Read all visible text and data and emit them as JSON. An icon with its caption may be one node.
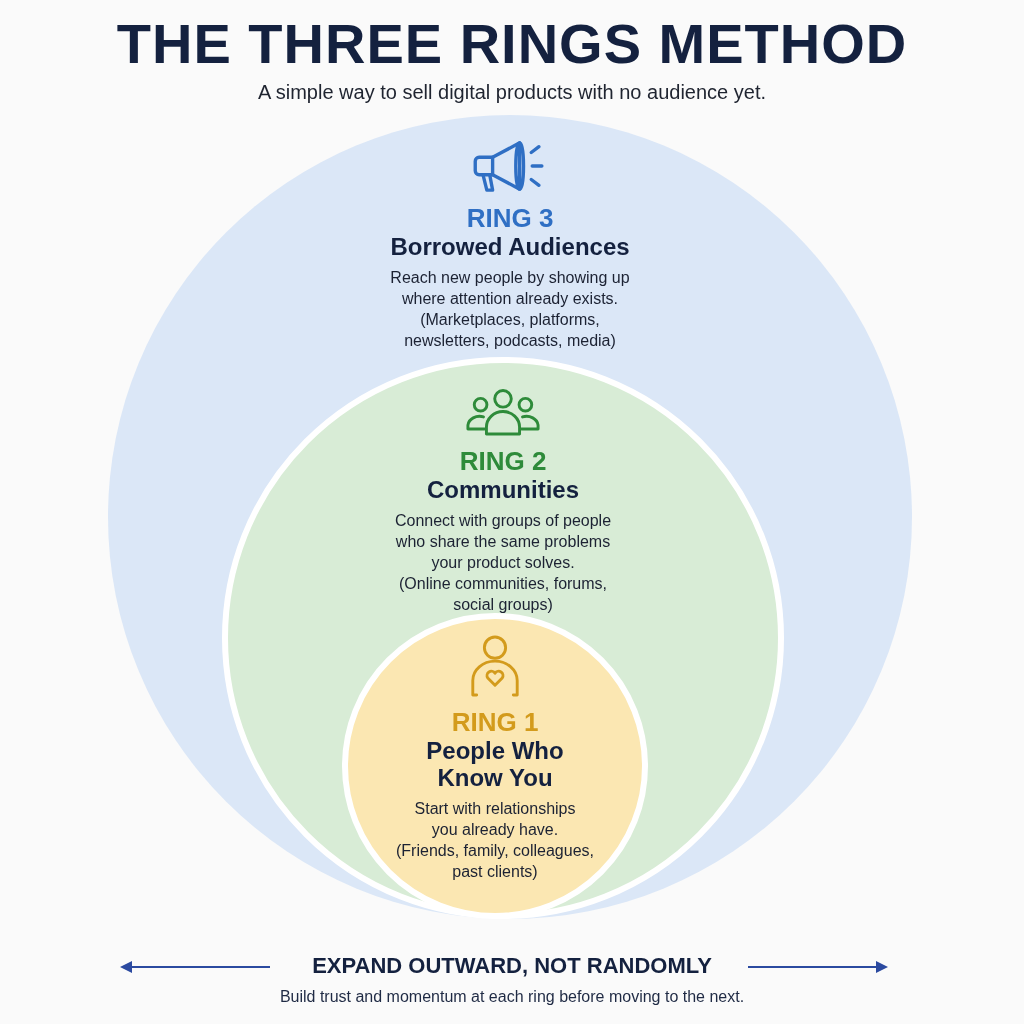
{
  "diagram": {
    "title": "THE THREE RINGS METHOD",
    "nodes": [
      {
        "text": [
          "RING 3",
          "Borrowed Audiences",
          "Reach new people by showing up where attention already exists.",
          "(Marketplaces, platforms, newsletters, podcasts, media)"
        ]
      },
      {
        "text": [
          "RING 2",
          "Communities",
          "Connect with groups of people who share the same problems your product solves.",
          "(Online communities, forums, social groups)"
        ],
        "in": 0
      },
      {
        "text": [
          "RING 1",
          "People Who Know You",
          "Start with relationships you already have.",
          "(Friends, family, colleagues, past clients)"
        ],
        "in": 1
      }
    ],
    "edges": [],
    "labels": [
      "A simple way to sell digital products with no audience yet.",
      "EXPAND OUTWARD, NOT RANDOMLY",
      "Build trust and momentum at each ring before moving to the next."
    ]
  }
}
